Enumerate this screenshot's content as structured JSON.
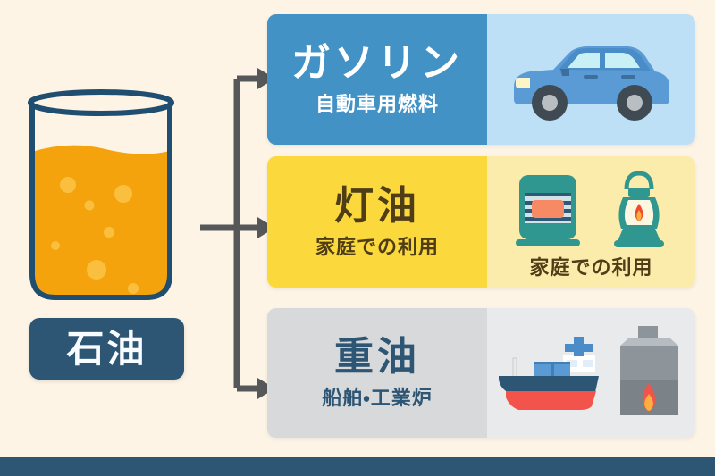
{
  "background_color": "#fdf4e6",
  "footer_color": "#2d5574",
  "source": {
    "badge_label": "石油",
    "badge_color": "#2d5574",
    "liquid_color": "#f5a30d",
    "glass_outline_color": "#1f4e70"
  },
  "panels": [
    {
      "id": "gasoline",
      "title": "ガソリン",
      "subtitle": "自動車用燃料",
      "panel_color": "#4292c6",
      "visual_color": "#bde0f7",
      "text_color": "#ffffff",
      "icons": [
        "car-icon"
      ]
    },
    {
      "id": "kerosene",
      "title": "灯油",
      "subtitle": "家庭での利用",
      "caption": "家庭での利用",
      "panel_color": "#fbd83c",
      "visual_color": "#fcecab",
      "text_color": "#4e3d16",
      "icons": [
        "kerosene-heater-icon",
        "oil-lantern-icon"
      ]
    },
    {
      "id": "heavyoil",
      "title": "重油",
      "subtitle": "船舶・工業炉",
      "panel_color": "#d8d9da",
      "visual_color": "#e9eaeb",
      "text_color": "#2d5574",
      "icons": [
        "cargo-ship-icon",
        "industrial-furnace-icon"
      ]
    }
  ],
  "connectors": {
    "arrow_color": "#555759",
    "count": 3
  }
}
